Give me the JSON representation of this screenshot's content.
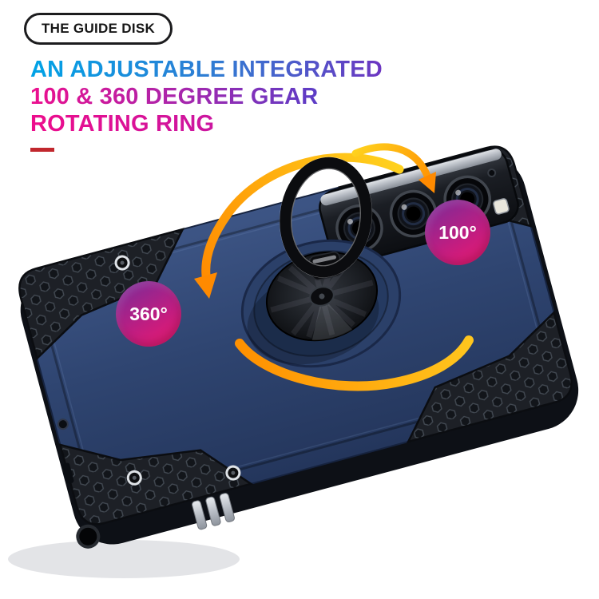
{
  "header": {
    "pill_label": "THE GUIDE DISK",
    "title_lines": [
      "AN ADJUSTABLE INTEGRATED",
      "100 & 360 DEGREE GEAR",
      "ROTATING RING"
    ]
  },
  "callouts": {
    "gear_360": "360°",
    "gear_100": "100°"
  },
  "illustration": {
    "product": "rugged navy phone case with rotating ring kickstand and triple camera",
    "icons": {
      "rotation-arrow-360": "curved-orange-arrow-circling-ring",
      "flip-arrow-100": "curved-orange-arrow-toward-camera"
    }
  },
  "colors": {
    "title_gradient": [
      "#00a3e6",
      "#6d35c1",
      "#ec0f8e"
    ],
    "accent_dash": "#c1272d",
    "pill_border": "#1c1c1e",
    "case_body": "#2f4571",
    "case_texture": "#1d2026",
    "arrow_yellow": "#ffd21e",
    "arrow_orange": "#ff8a00",
    "callout_purple": "#7b2b98",
    "callout_magenta": "#f01a6e"
  }
}
